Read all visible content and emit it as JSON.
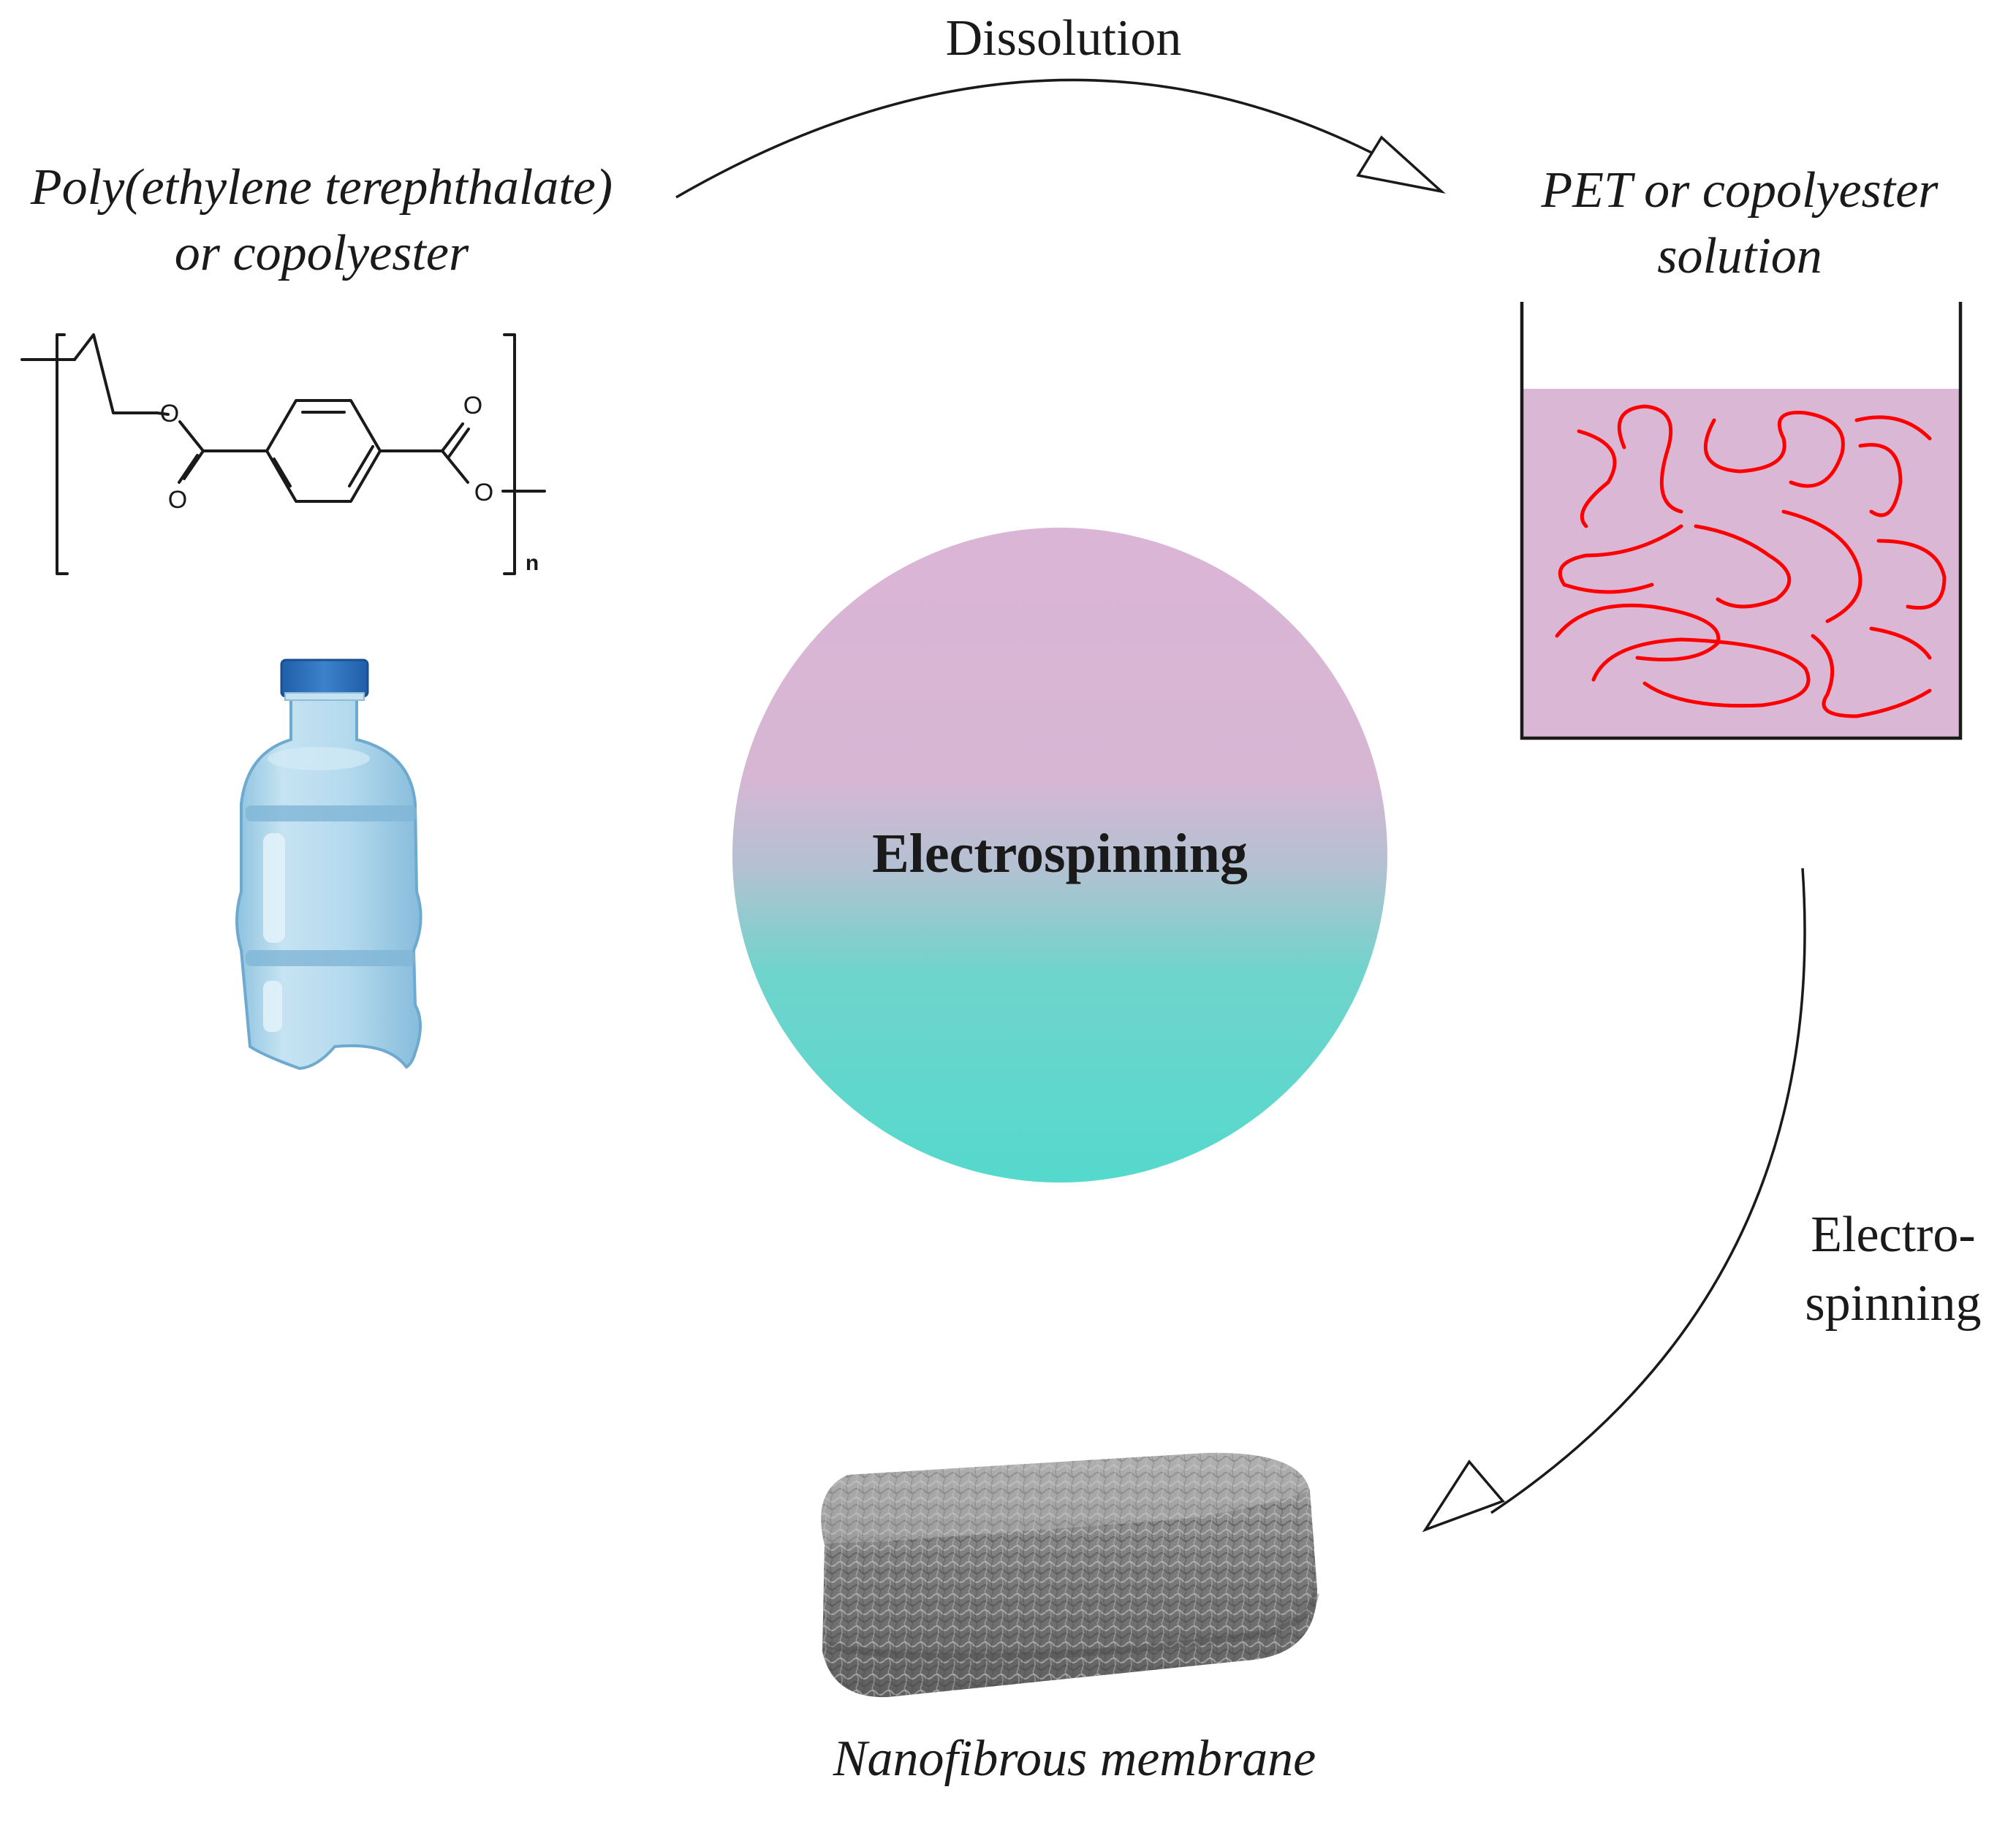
{
  "labels": {
    "dissolution": "Dissolution",
    "source_line1": "Poly(ethylene terephthalate)",
    "source_line2": "or copolyester",
    "solution_line1": "PET or copolyester",
    "solution_line2": "solution",
    "center": "Electrospinning",
    "process_line1": "Electro-",
    "process_line2": "spinning",
    "product": "Nanofibrous membrane"
  },
  "chemistry": {
    "carbonyl_oxygen_1": "O",
    "carbonyl_oxygen_2": "O",
    "ester_oxygen_1": "O",
    "ester_oxygen_2": "O",
    "repeat_subscript": "n"
  },
  "colors": {
    "circle_top": "#dbb5d6",
    "circle_bottom": "#55d9cd",
    "solution_fill": "#dab7d5",
    "polymer_chains": "#ff0000",
    "bottle_body": "#a9d3e9",
    "bottle_cap": "#2d6fb8",
    "membrane": "#7b7b7b",
    "stroke": "#1a1a1a"
  }
}
